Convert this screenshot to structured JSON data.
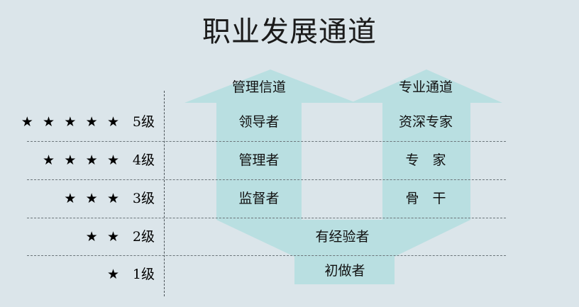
{
  "page": {
    "title": "职业发展通道",
    "background_color": "#dbe5ea",
    "arrow_fill": "#b9dfe1",
    "divider_color": "#6b7479"
  },
  "levels": [
    {
      "stars": "★ ★ ★ ★ ★",
      "star_count": 5,
      "label": "5级"
    },
    {
      "stars": "★ ★ ★ ★",
      "star_count": 4,
      "label": "4级"
    },
    {
      "stars": "★ ★ ★",
      "star_count": 3,
      "label": "3级"
    },
    {
      "stars": "★ ★",
      "star_count": 2,
      "label": "2级"
    },
    {
      "stars": "★",
      "star_count": 1,
      "label": "1级"
    }
  ],
  "channels": {
    "management": {
      "head": "管理信道",
      "roles": [
        "领导者",
        "管理者",
        "监督者"
      ]
    },
    "professional": {
      "head": "专业通道",
      "roles": [
        "资深专家",
        "专　家",
        "骨　干"
      ]
    },
    "shared": {
      "experienced": "有经验者",
      "entry": "初做者"
    }
  }
}
